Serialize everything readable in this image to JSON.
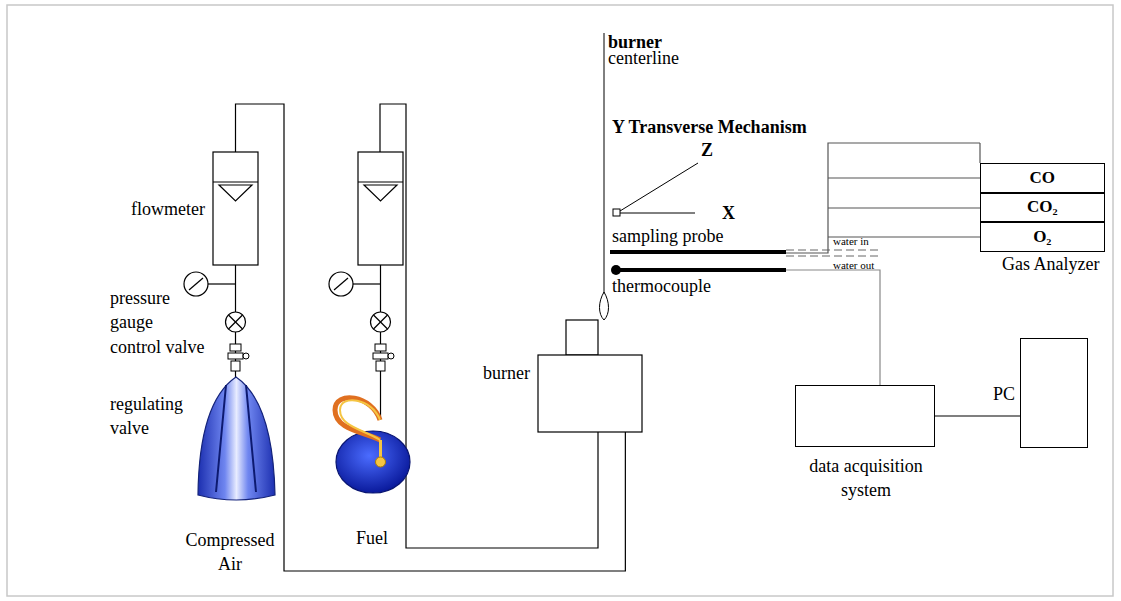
{
  "diagram": {
    "nodes": [
      {
        "text": [
          "flowmeter"
        ]
      },
      {
        "text": [
          "burner"
        ]
      },
      {
        "text": [
          "CO"
        ]
      },
      {
        "text": [
          "CO₂"
        ]
      },
      {
        "text": [
          "O₂"
        ]
      },
      {
        "text": [
          "data acquisition system"
        ]
      },
      {
        "text": [
          "PC"
        ]
      }
    ],
    "edges": [
      {
        "from": 0,
        "to": 1,
        "arrow": "none"
      },
      {
        "from": 5,
        "to": 6,
        "arrow": "none"
      }
    ],
    "labels": [
      "burner",
      "centerline",
      "Y Transverse Mechanism",
      "Z",
      "X",
      "sampling probe",
      "water in",
      "water out",
      "thermocouple",
      "pressure gauge",
      "control valve",
      "regulating valve",
      "Compressed Air",
      "Fuel",
      "Gas Analyzer"
    ]
  }
}
